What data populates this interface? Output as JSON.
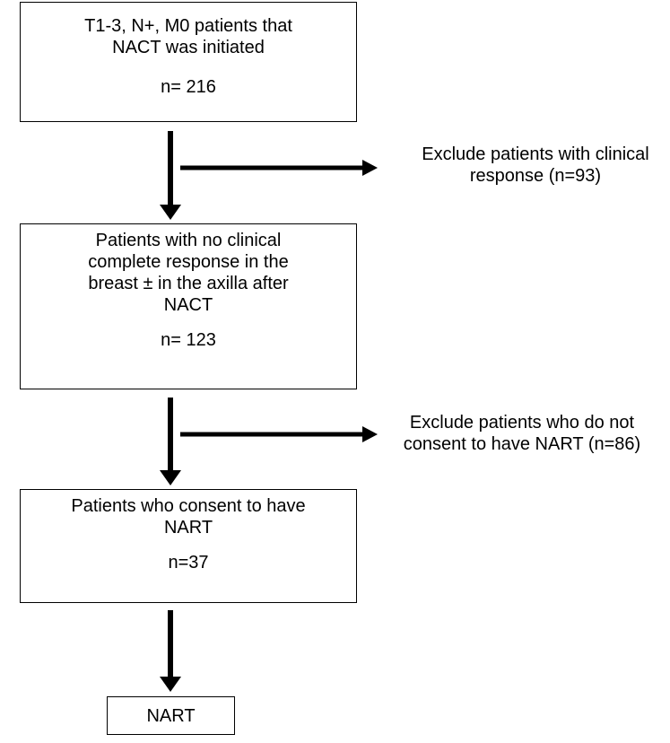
{
  "boxes": {
    "initiated": {
      "text": "T1-3, N+, M0 patients that NACT was initiated",
      "count": "n= 216"
    },
    "no_response": {
      "text": "Patients with no clinical complete response in the breast ± in the axilla after NACT",
      "count": "n= 123"
    },
    "consent": {
      "text": "Patients who consent to have NART",
      "count": "n=37"
    },
    "final": {
      "text": "NART"
    }
  },
  "exclusions": {
    "first": "Exclude patients with clinical response (n=93)",
    "second": "Exclude patients who do not consent to have NART (n=86)"
  },
  "colors": {
    "line": "#000000",
    "background": "#ffffff"
  }
}
